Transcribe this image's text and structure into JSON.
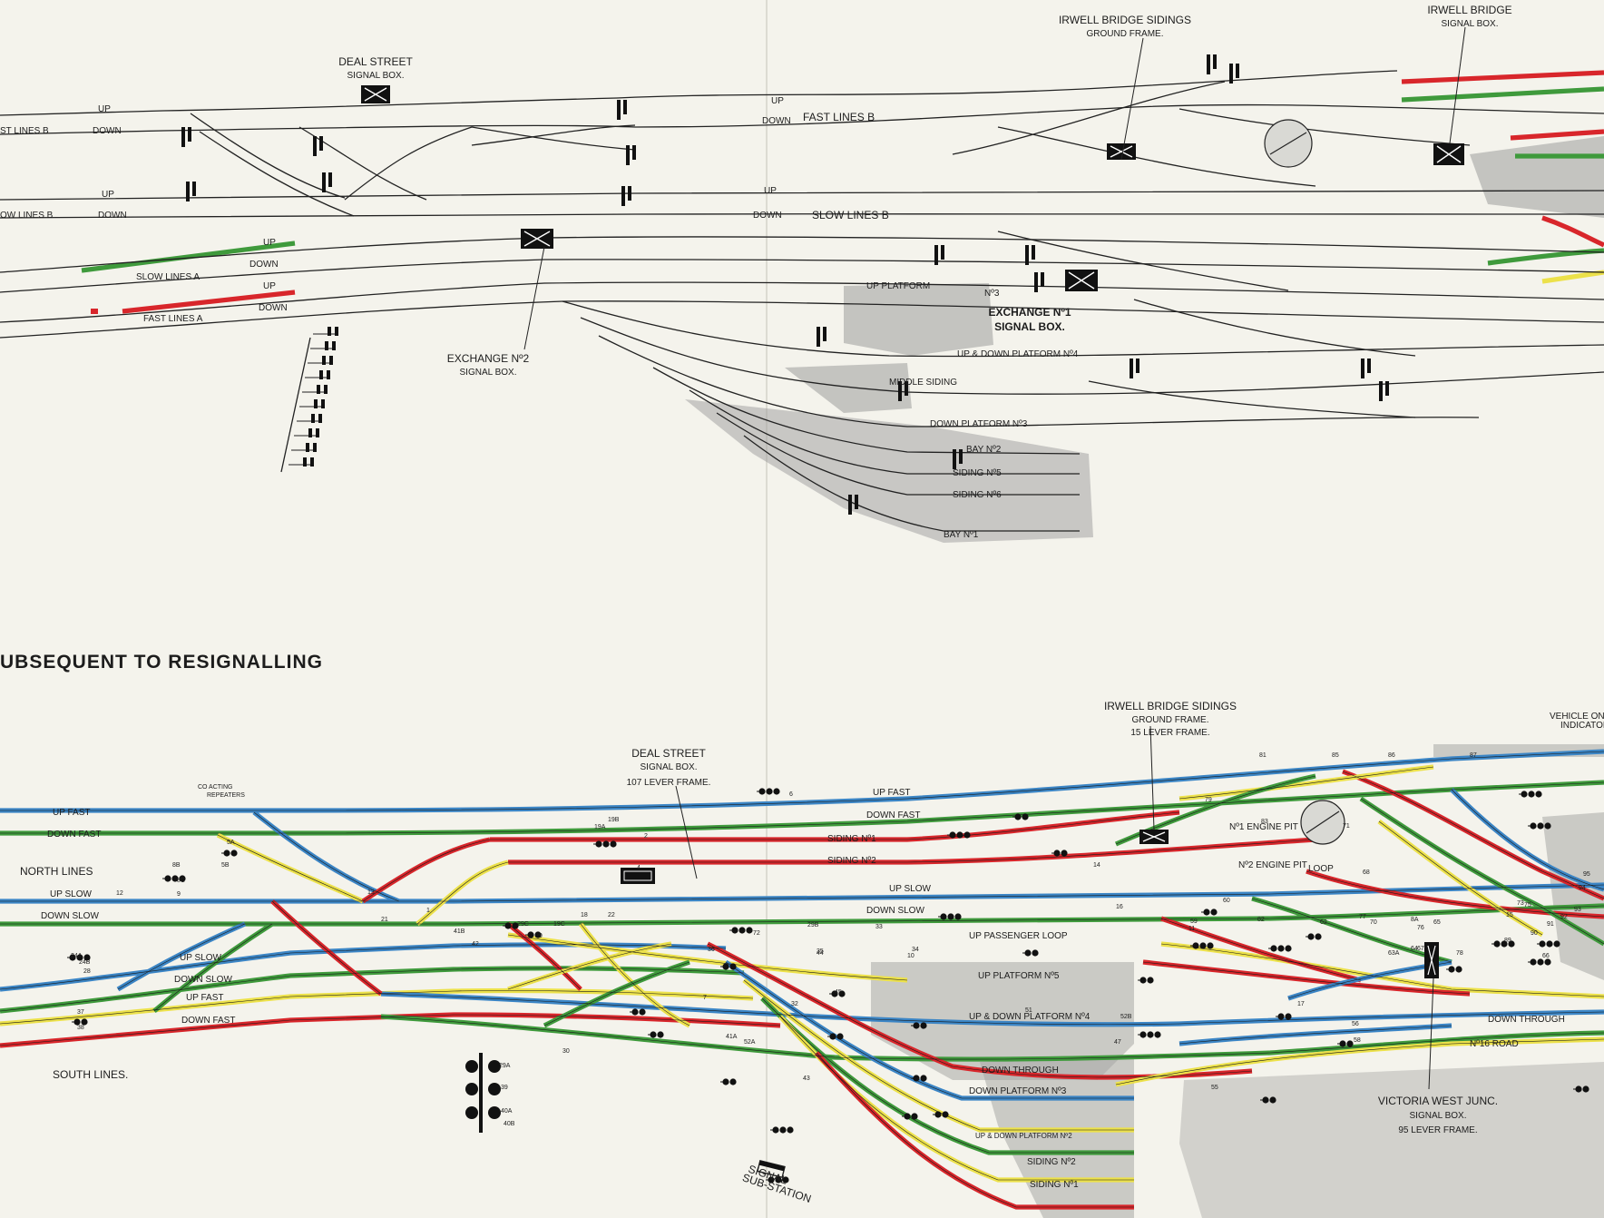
{
  "colors": {
    "paper": "#f4f3ec",
    "line": "#222222",
    "red": "#d8262b",
    "green": "#3f9a3c",
    "yellow": "#ece14a",
    "blue": "#3b85c5",
    "platform": "#9a9a9a"
  },
  "top": {
    "boxes": {
      "deal_street": [
        "DEAL STREET",
        "SIGNAL BOX."
      ],
      "irwell_sidings": [
        "IRWELL BRIDGE SIDINGS",
        "GROUND FRAME."
      ],
      "irwell_box": [
        "IRWELL BRIDGE",
        "SIGNAL BOX."
      ],
      "exchange_2": [
        "EXCHANGE Nº2",
        "SIGNAL BOX."
      ],
      "exchange_1": [
        "EXCHANGE Nº1",
        "SIGNAL BOX."
      ]
    },
    "lines": {
      "up": "UP",
      "down": "DOWN",
      "fast_b_left": "ST LINES B",
      "fast_b": "FAST LINES B",
      "slow_b_left": "OW LINES B",
      "slow_b": "SLOW LINES B",
      "slow_a": "SLOW LINES A",
      "fast_a": "FAST LINES A",
      "up_platform": "UP PLATFORM",
      "no3": "Nº3",
      "up_down_platform_4": "UP & DOWN PLATFORM Nº4",
      "middle_siding": "MIDDLE SIDING",
      "down_platform_3": "DOWN PLATFORM Nº3",
      "bay_2": "BAY Nº2",
      "siding_5": "SIDING Nº5",
      "siding_6": "SIDING Nº6",
      "bay_1": "BAY Nº1"
    }
  },
  "heading": "UBSEQUENT TO RESIGNALLING",
  "bottom": {
    "boxes": {
      "irwell_sidings": [
        "IRWELL BRIDGE SIDINGS",
        "GROUND FRAME.",
        "15 LEVER FRAME."
      ],
      "deal_street": [
        "DEAL STREET",
        "SIGNAL BOX.",
        "107 LEVER FRAME."
      ],
      "victoria_west": [
        "VICTORIA WEST JUNC.",
        "SIGNAL BOX.",
        "95 LEVER FRAME."
      ],
      "substation": [
        "SIGNAL",
        "SUB-STATION"
      ],
      "vehicle": [
        "VEHICLE ON L",
        "INDICATOR"
      ],
      "repeaters": [
        "CO ACTING",
        "REPEATERS"
      ]
    },
    "lines": {
      "up_fast_n": "UP FAST",
      "down_fast_n": "DOWN FAST",
      "north_lines": "NORTH LINES",
      "up_slow_n": "UP SLOW",
      "down_slow_n": "DOWN SLOW",
      "up_slow_s": "UP SLOW",
      "down_slow_s": "DOWN SLOW",
      "up_fast_s": "UP FAST",
      "down_fast_s": "DOWN FAST",
      "south_lines": "SOUTH LINES.",
      "up_fast_mid": "UP FAST",
      "down_fast_mid": "DOWN FAST",
      "siding_1": "SIDING Nº1",
      "siding_2": "SIDING Nº2",
      "up_slow_mid": "UP SLOW",
      "down_slow_mid": "DOWN SLOW",
      "up_passenger_loop": "UP PASSENGER LOOP",
      "up_platform_5": "UP PLATFORM Nº5",
      "up_down_platform_4": "UP & DOWN PLATFORM Nº4",
      "down_through": "DOWN THROUGH",
      "down_platform_3": "DOWN PLATFORM Nº3",
      "up_down_platform_2": "UP & DOWN PLATFORM Nº2",
      "siding_2_low": "SIDING Nº2",
      "siding_1_low": "SIDING Nº1",
      "engine_pit_1": "Nº1 ENGINE PIT",
      "engine_pit_2": "Nº2 ENGINE PIT",
      "loop": "LOOP",
      "down_through_r": "DOWN THROUGH",
      "no16_road": "Nº16 ROAD"
    },
    "levers": [
      "1",
      "2",
      "4",
      "5A",
      "5B",
      "6",
      "7",
      "8A",
      "8B",
      "8C",
      "9",
      "10",
      "11",
      "12",
      "13",
      "14",
      "15",
      "16",
      "17",
      "18",
      "19A",
      "19B",
      "19C",
      "20",
      "21",
      "22",
      "24A",
      "24B",
      "28",
      "29A",
      "29B",
      "29C",
      "30",
      "32",
      "33",
      "34",
      "35",
      "36",
      "37",
      "38",
      "39",
      "40A",
      "40B",
      "41A",
      "41B",
      "42",
      "43",
      "44",
      "45",
      "47",
      "51",
      "52A",
      "52B",
      "55",
      "56",
      "58",
      "59",
      "60",
      "62",
      "63A",
      "64",
      "65",
      "66",
      "67",
      "68",
      "70",
      "71",
      "72",
      "73",
      "75",
      "76",
      "77",
      "78",
      "79",
      "81",
      "82",
      "83",
      "85",
      "86",
      "87",
      "89",
      "90",
      "91",
      "92",
      "93",
      "94",
      "95"
    ]
  }
}
